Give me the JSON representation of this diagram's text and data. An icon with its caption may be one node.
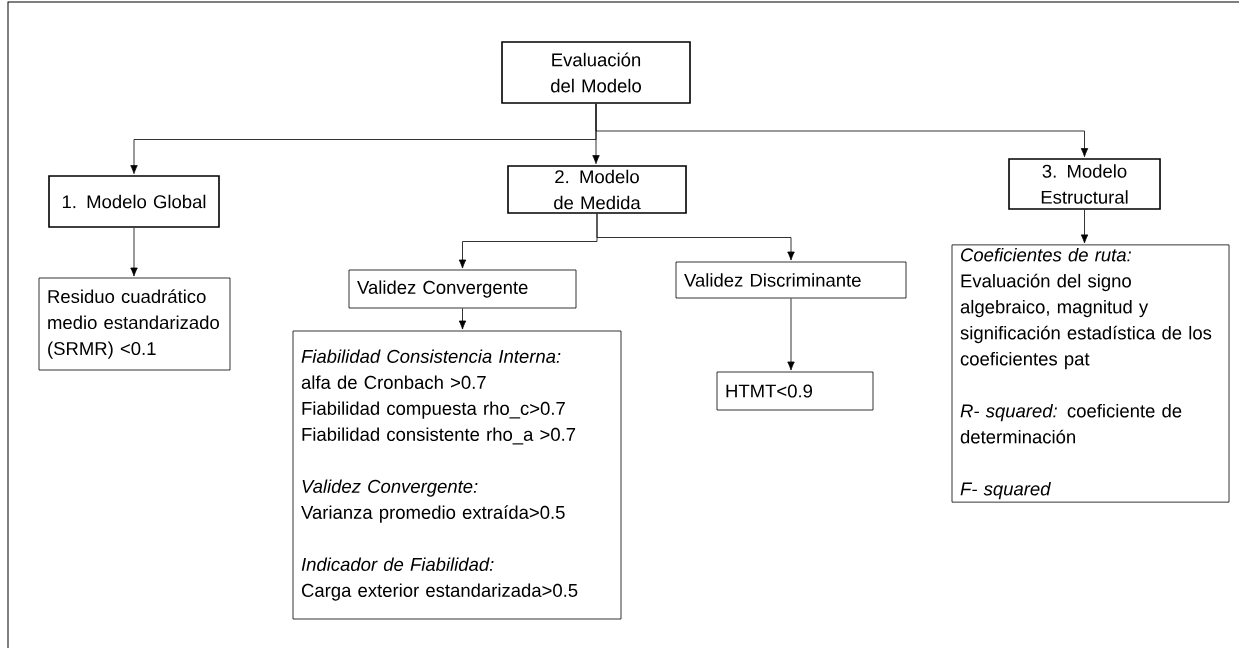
{
  "diagram": {
    "nodes": [
      {
        "text": [
          "Evaluación del Modelo"
        ]
      },
      {
        "text": [
          "1. Modelo Global"
        ]
      },
      {
        "text": [
          "2. Modelo de Medida"
        ]
      },
      {
        "text": [
          "3. Modelo Estructural"
        ]
      },
      {
        "text": [
          "Residuo cuadrático medio estandarizado (SRMR) <0.1"
        ]
      },
      {
        "text": [
          "Validez Convergente"
        ]
      },
      {
        "text": [
          "Validez Discriminante"
        ]
      },
      {
        "text": [
          "Fiabilidad Consistencia Interna:",
          "alfa de Cronbach >0.7",
          "Fiabilidad compuesta rho_c>0.7",
          "Fiabilidad consistente rho_a >0.7",
          "Validez Convergente:",
          "Varianza promedio extraída>0.5",
          "Indicador de Fiabilidad:",
          "Carga exterior estandarizada>0.5"
        ]
      },
      {
        "text": [
          "HTMT<0.9"
        ]
      },
      {
        "text": [
          "*Coeficientes de ruta:* Evaluación del signo algebraico, magnitud y significación estadística de los coeficientes pat",
          "*R- squared:* coeficiente de determinación",
          "F- squared"
        ]
      }
    ],
    "edges": [
      {
        "from": 0,
        "to": 1,
        "arrow": "to"
      },
      {
        "from": 0,
        "to": 2,
        "arrow": "to"
      },
      {
        "from": 0,
        "to": 3,
        "arrow": "to"
      },
      {
        "from": 1,
        "to": 4,
        "arrow": "to"
      },
      {
        "from": 2,
        "to": 5,
        "arrow": "to"
      },
      {
        "from": 2,
        "to": 6,
        "arrow": "to"
      },
      {
        "from": 5,
        "to": 7,
        "arrow": "to"
      },
      {
        "from": 6,
        "to": 8,
        "arrow": "to"
      },
      {
        "from": 3,
        "to": 9,
        "arrow": "to"
      }
    ]
  }
}
